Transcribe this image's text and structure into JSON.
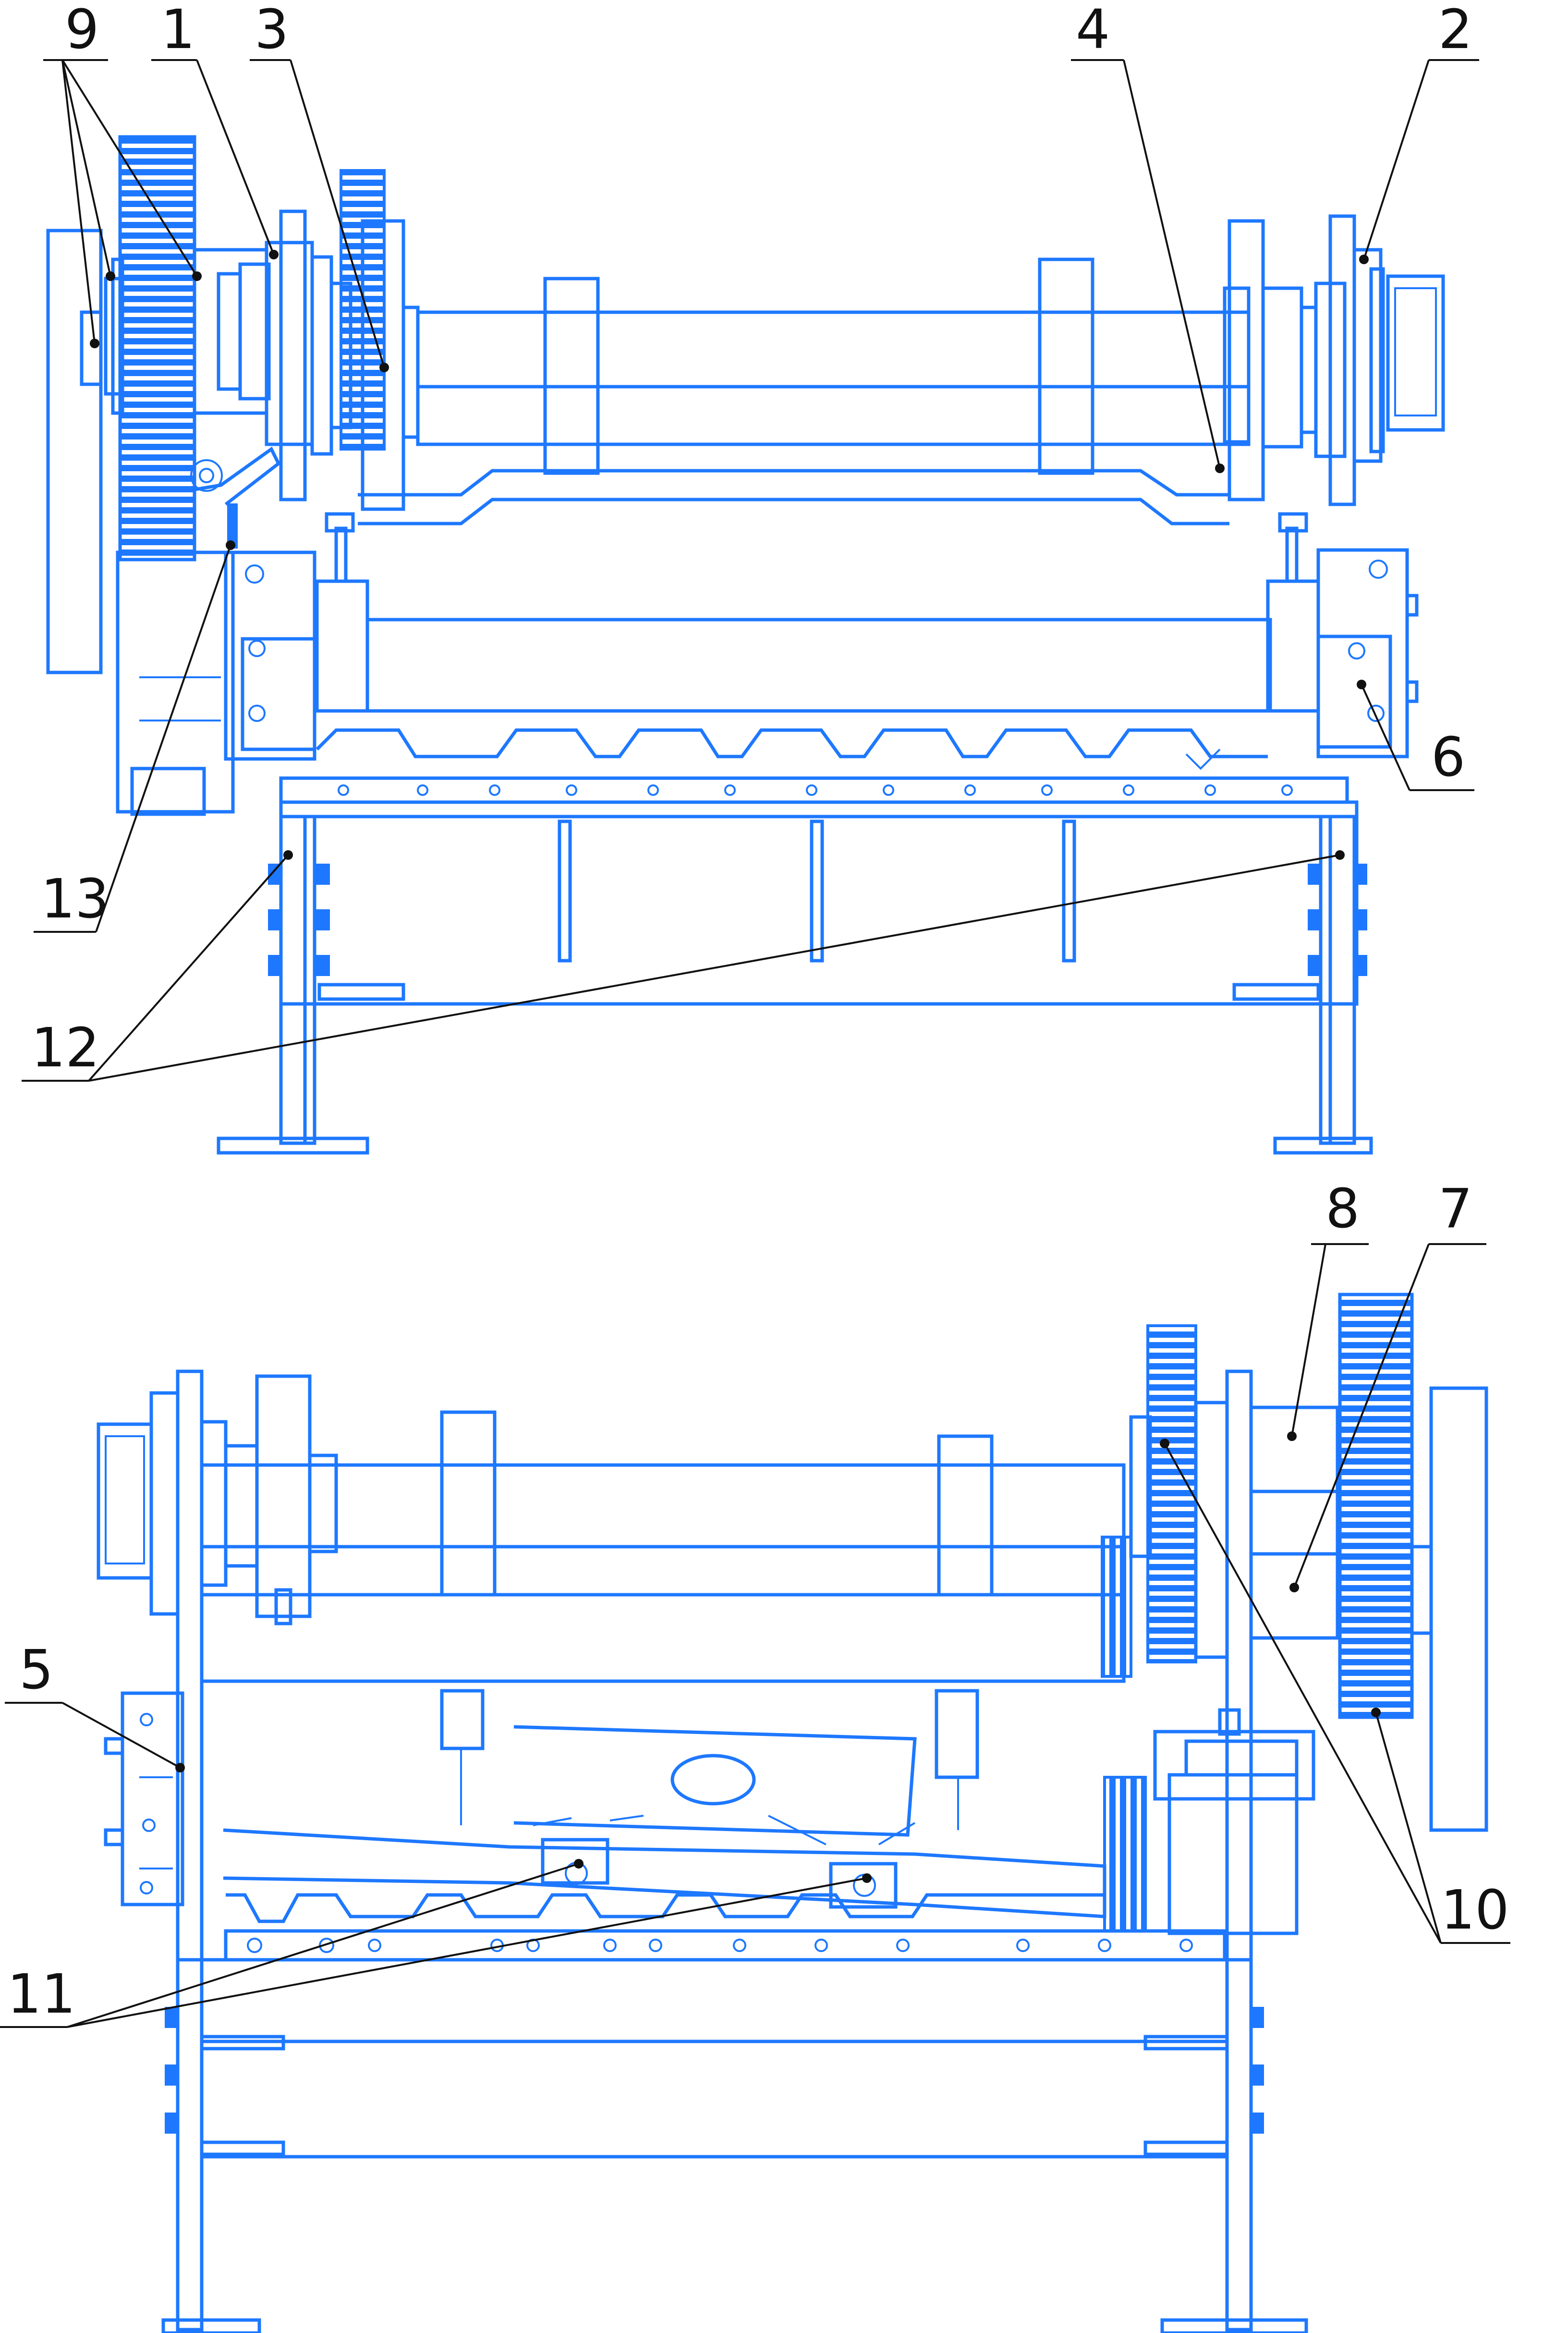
{
  "drawing": {
    "line_color": "#1e78ff",
    "leader_color": "#111111",
    "background": "#ffffff"
  },
  "views": [
    {
      "id": "front",
      "callouts": [
        {
          "label": "9"
        },
        {
          "label": "1"
        },
        {
          "label": "3"
        },
        {
          "label": "4"
        },
        {
          "label": "2"
        },
        {
          "label": "6"
        },
        {
          "label": "13"
        },
        {
          "label": "12"
        }
      ]
    },
    {
      "id": "rear",
      "callouts": [
        {
          "label": "8"
        },
        {
          "label": "7"
        },
        {
          "label": "5"
        },
        {
          "label": "10"
        },
        {
          "label": "11"
        }
      ]
    }
  ]
}
